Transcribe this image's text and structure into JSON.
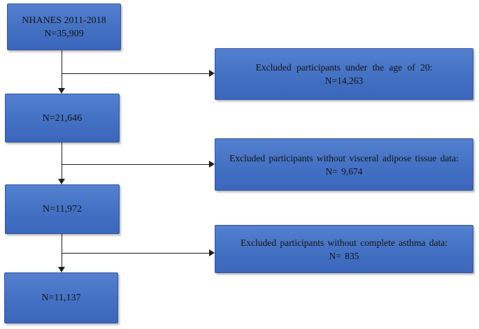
{
  "flow": {
    "boxes": {
      "nhanes": {
        "line1": "NHANES 2011-2018",
        "line2": "N=35,909"
      },
      "step1": {
        "n": "N=21,646"
      },
      "step2": {
        "n": "N=11,972"
      },
      "step3": {
        "n": "N=11,137"
      }
    },
    "exclusions": {
      "age": {
        "text": "Excluded participants under the age of 20:",
        "n": "N=14,263"
      },
      "vat": {
        "text": "Excluded participants without visceral adipose tissue data:",
        "n": "N= 9,674"
      },
      "asthma": {
        "text": "Excluded participants without complete asthma data:",
        "n": "N= 835"
      }
    },
    "colors": {
      "box_fill": "#4673c5",
      "box_fill_top": "#5580d0",
      "box_fill_bottom": "#3b66bc",
      "box_border": "#31569f",
      "connector": "#1f1f1f",
      "text": "#141414",
      "background": "#ffffff"
    }
  }
}
